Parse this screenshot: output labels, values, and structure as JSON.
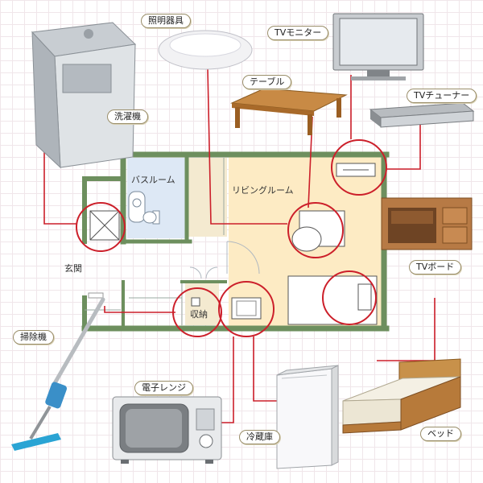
{
  "colors": {
    "callout": "#cc1f2a",
    "wall": "#6d8f5e",
    "living_floor": "#fdebc4",
    "bath_floor": "#dde8f5",
    "storage_floor": "#f4ead0",
    "appliance": "#d0d4d8"
  },
  "rooms": {
    "bathroom": "バスルーム",
    "living": "リビングルーム",
    "entrance": "玄関",
    "storage": "収納"
  },
  "appliances": {
    "lighting": "照明器具",
    "tv_monitor": "TVモニター",
    "table": "テーブル",
    "tv_tuner": "TVチューナー",
    "washing_machine": "洗濯機",
    "tv_board": "TVボード",
    "vacuum": "掃除機",
    "microwave": "電子レンジ",
    "fridge": "冷蔵庫",
    "bed": "ベッド"
  }
}
